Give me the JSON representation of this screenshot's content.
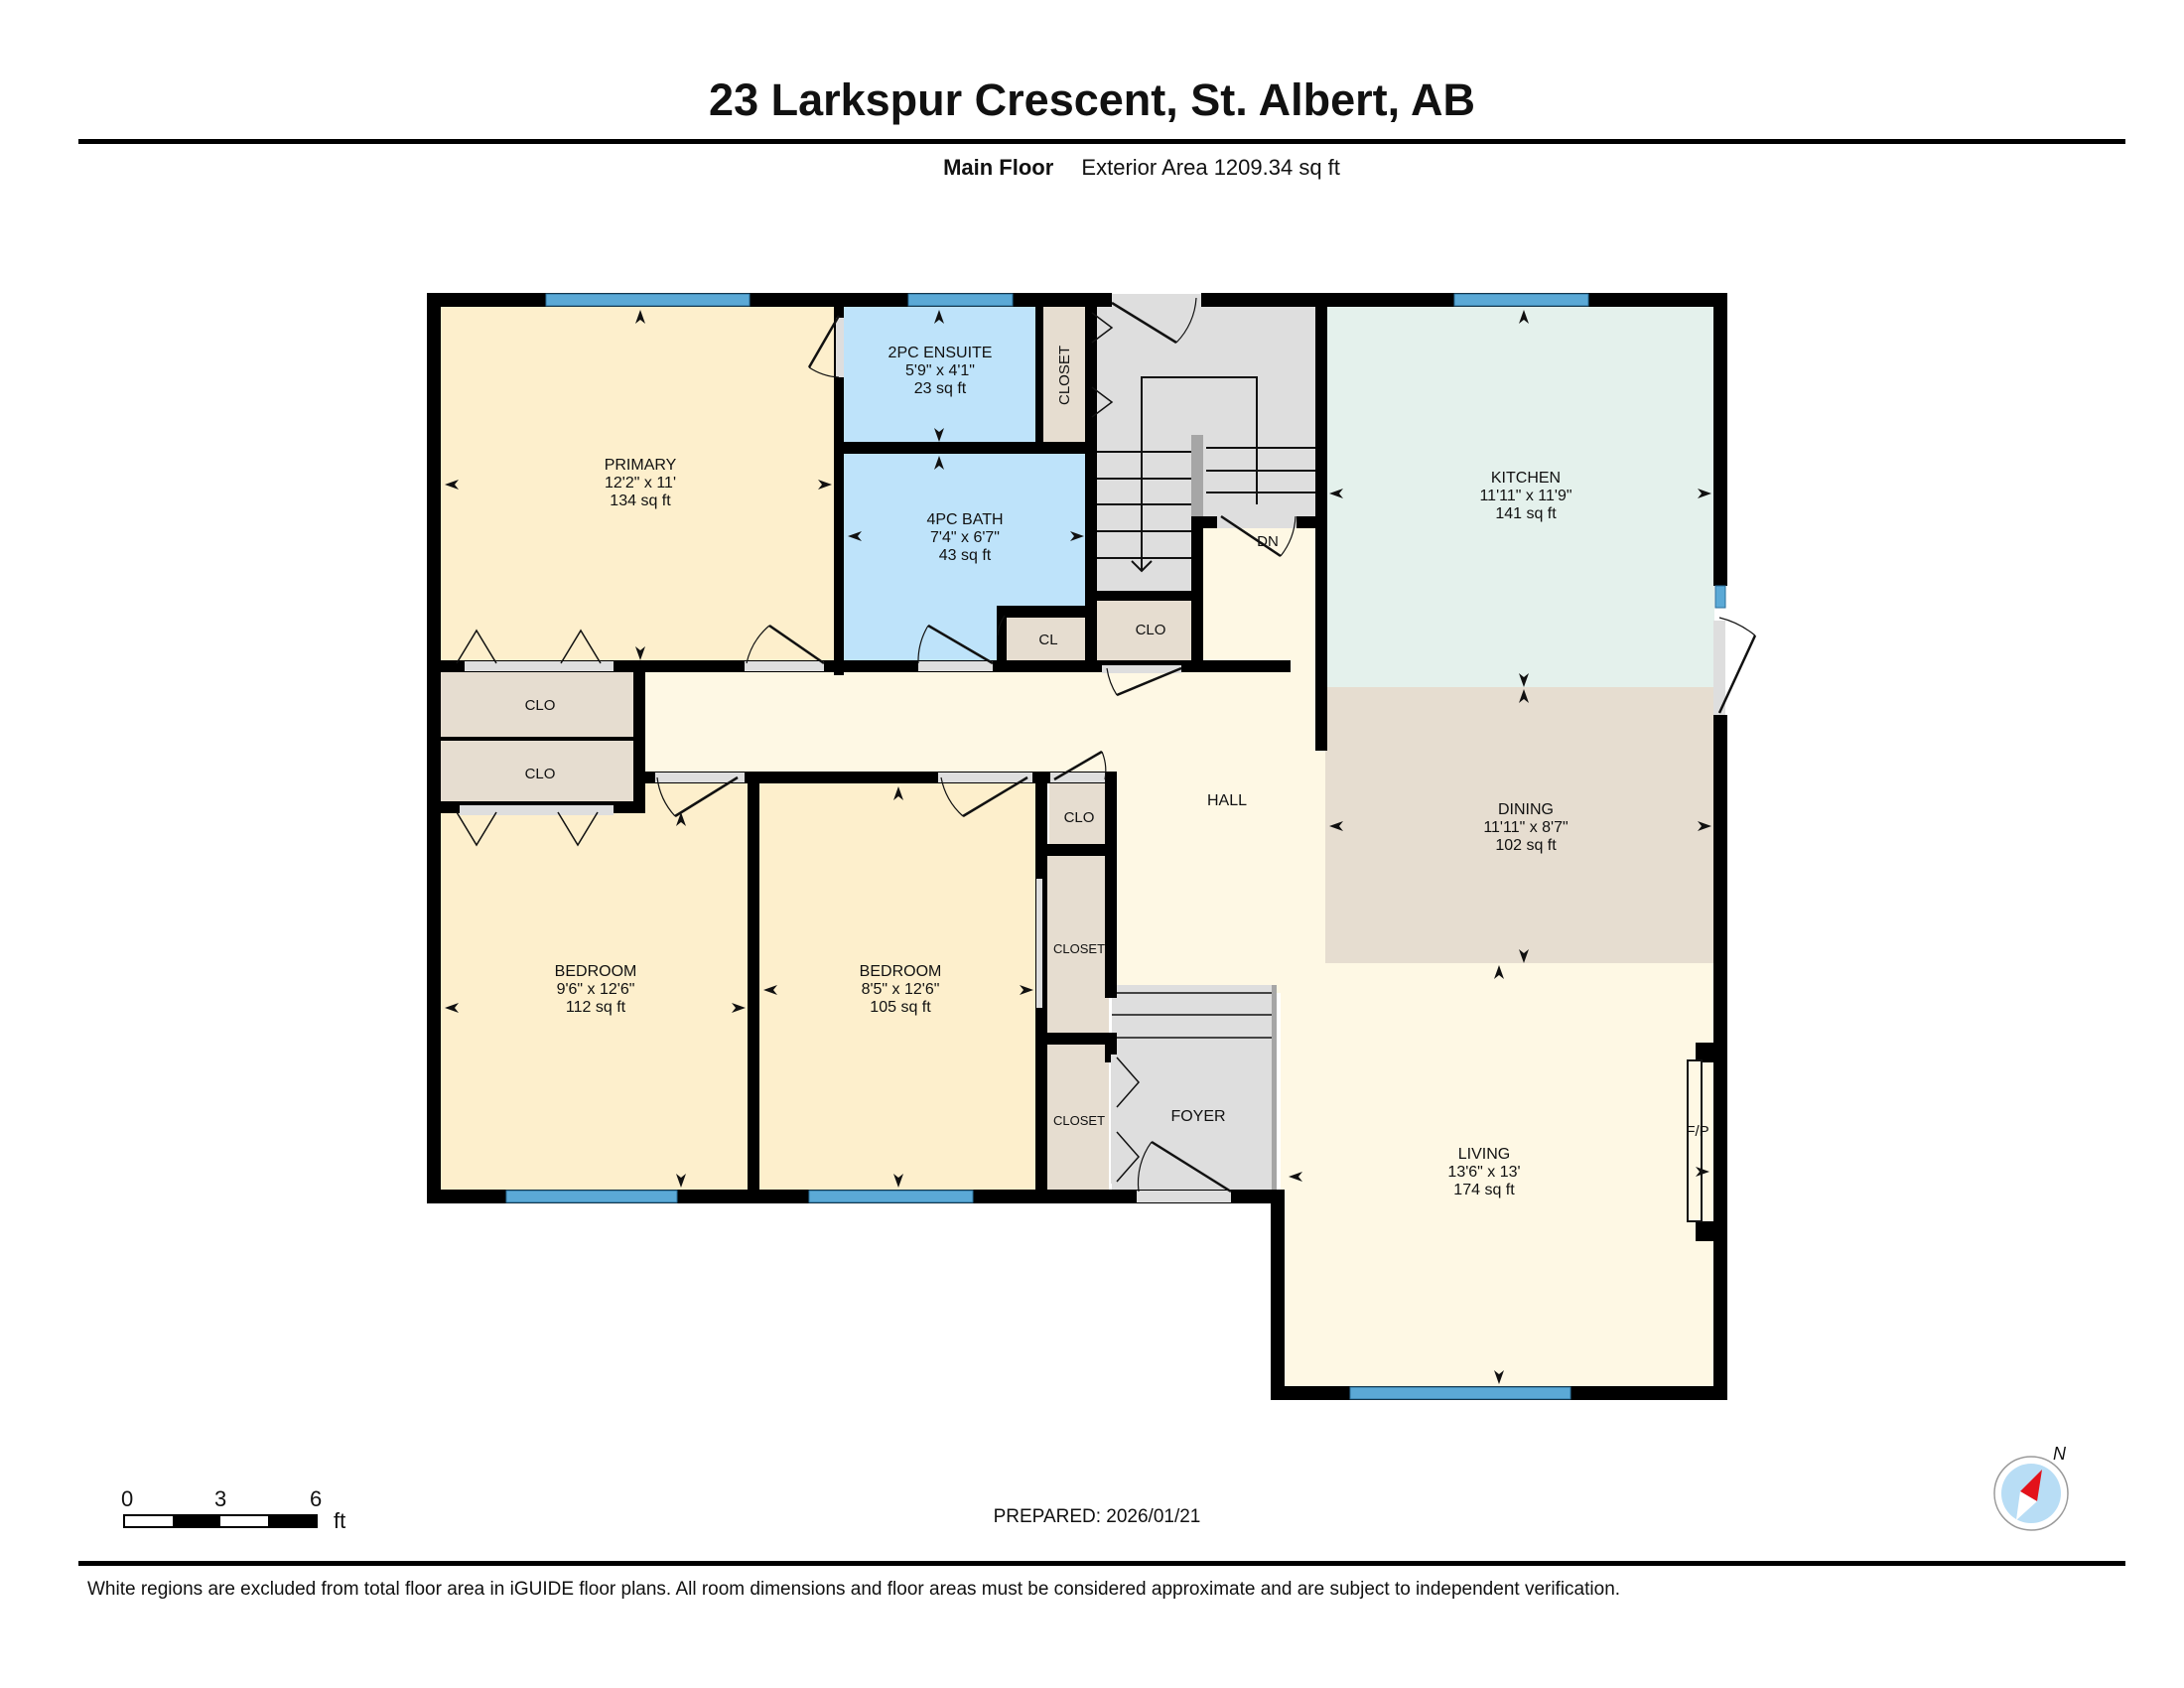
{
  "header": {
    "title": "23 Larkspur Crescent, St. Albert, AB",
    "floor_name": "Main Floor",
    "exterior_area": "Exterior Area 1209.34 sq ft"
  },
  "colors": {
    "wall": "#000000",
    "window": "#5BA9D6",
    "bedroom_fill": "#FDEFCC",
    "hall_fill": "#FEF8E4",
    "bath_fill": "#BEE3FA",
    "kitchen_fill": "#E4F1EC",
    "dining_fill": "#E6DDD0",
    "closet_fill": "#E6DDD0",
    "utility_fill": "#DEDEDE",
    "compass_red": "#E3121B",
    "compass_blue": "#B8DDF5"
  },
  "rooms": {
    "primary": {
      "name": "PRIMARY",
      "dims": "12'2\" x 11'",
      "area": "134 sq ft"
    },
    "ensuite": {
      "name": "2PC ENSUITE",
      "dims": "5'9\" x 4'1\"",
      "area": "23 sq ft"
    },
    "bath": {
      "name": "4PC BATH",
      "dims": "7'4\" x 6'7\"",
      "area": "43 sq ft"
    },
    "kitchen": {
      "name": "KITCHEN",
      "dims": "11'11\" x 11'9\"",
      "area": "141 sq ft"
    },
    "dining": {
      "name": "DINING",
      "dims": "11'11\" x 8'7\"",
      "area": "102 sq ft"
    },
    "bedroom1": {
      "name": "BEDROOM",
      "dims": "9'6\" x 12'6\"",
      "area": "112 sq ft"
    },
    "bedroom2": {
      "name": "BEDROOM",
      "dims": "8'5\" x 12'6\"",
      "area": "105 sq ft"
    },
    "living": {
      "name": "LIVING",
      "dims": "13'6\" x 13'",
      "area": "174 sq ft"
    },
    "hall": {
      "name": "HALL"
    },
    "foyer": {
      "name": "FOYER"
    }
  },
  "labels": {
    "closet_ensuite": "CLOSET",
    "clo_primary_1": "CLO",
    "clo_primary_2": "CLO",
    "cl_bath": "CL",
    "clo_stairs": "CLO",
    "clo_hall": "CLO",
    "closet_bedroom2": "CLOSET",
    "closet_foyer": "CLOSET",
    "stairs_down": "DN",
    "fireplace": "F/P"
  },
  "scale_bar": {
    "ticks": [
      "0",
      "3",
      "6"
    ],
    "unit": "ft"
  },
  "compass": {
    "label": "N"
  },
  "footer": {
    "prepared": "PREPARED: 2026/01/21",
    "disclaimer": "White regions are excluded from total floor area in iGUIDE floor plans. All room dimensions and floor areas must be considered approximate and are subject to independent verification."
  }
}
